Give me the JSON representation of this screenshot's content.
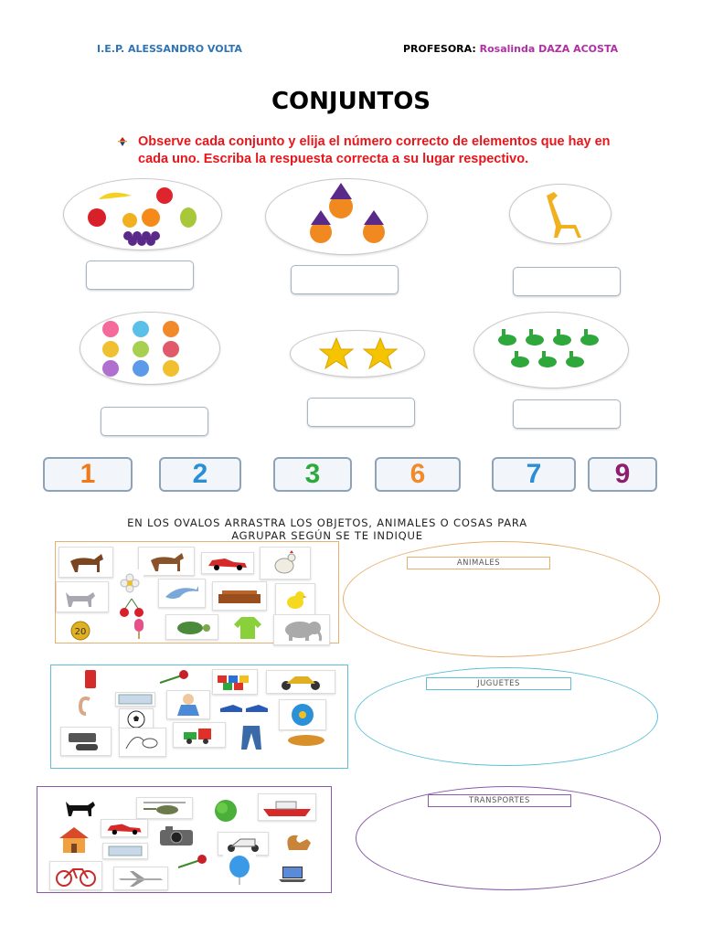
{
  "header": {
    "school": "I.E.P. ALESSANDRO VOLTA",
    "teacher_label": "PROFESORA:",
    "teacher_name": "Rosalinda DAZA ACOSTA"
  },
  "title": "CONJUNTOS",
  "instruction": "Observe cada conjunto y elija el número correcto de elementos que hay en cada uno. Escriba la respuesta correcta a su lugar respectivo.",
  "number_options": [
    "1",
    "2",
    "3",
    "6",
    "7",
    "9"
  ],
  "number_colors": [
    "#f07a1a",
    "#2b8fd6",
    "#2eaa3c",
    "#f08a2a",
    "#2b8fd6",
    "#8e1e6e"
  ],
  "drag_instruction_line1": "EN LOS OVALOS ARRASTRA LOS OBJETOS, ANIMALES O COSAS PARA",
  "drag_instruction_line2": "AGRUPAR SEGÚN SE TE INDIQUE",
  "groups": {
    "animales": "ANIMALES",
    "juguetes": "JUGUETES",
    "transportes": "TRANSPORTES"
  },
  "coin_label": "20",
  "colors": {
    "school": "#2e74b5",
    "teacher_name": "#b02fa5",
    "instruction": "#e8161a",
    "group1_border": "#e8b070",
    "group2_border": "#5cc0d8",
    "group3_border": "#8a5aa8"
  }
}
